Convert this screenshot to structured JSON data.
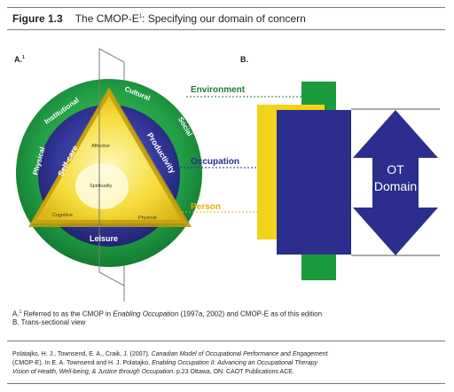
{
  "header": {
    "figure_number": "Figure 1.3",
    "title_prefix": "The CMOP-E",
    "title_sup": "1",
    "title_suffix": ": Specifying our domain of concern"
  },
  "panels": {
    "a_label": "A.",
    "a_sup": "1",
    "b_label": "B."
  },
  "diagram_a": {
    "environment_labels": {
      "physical": "Physical",
      "institutional": "Institutional",
      "cultural": "Cultural",
      "social": "Social"
    },
    "occupation_labels": {
      "self_care": "Self-care",
      "productivity": "Productivity",
      "leisure": "Leisure"
    },
    "person_labels": {
      "affective": "Affective",
      "spirituality": "Spirituality",
      "cognitive": "Cognitive",
      "physical": "Physical"
    }
  },
  "callouts": {
    "environment": "Environment",
    "occupation": "Occupation",
    "person": "Person"
  },
  "diagram_b": {
    "ot_line1": "OT",
    "ot_line2": "Domain"
  },
  "notes": {
    "a_prefix": "A.",
    "a_sup": "1",
    "a_text_1": " Referred to as the CMOP in ",
    "a_italic": "Enabling Occupation",
    "a_text_2": " (1997a, 2002) and CMOP-E as of this edition",
    "b_text": "B. Trans-sectional view"
  },
  "citation": {
    "line1_a": "Polatajko, H. J., Townsend, E. A., Craik, J. (2007). ",
    "line1_italic": "Canadian Model of Occupational Performance and Engagement",
    "line2_a": "(CMOP-E). In E. A. Townsend and H. J. Polatajko, ",
    "line2_italic": "Enabling Occupation II: Advancing an Occupational Therapy",
    "line3_italic": "Vision of Health, Well-being, & Justice through Occupation",
    "line3_b": ". p.23 Ottawa, ON: CAOT Publications ACE."
  },
  "colors": {
    "environment_green": "#1a9b3c",
    "occupation_blue": "#2b2e8c",
    "person_yellow": "#f3d31a",
    "callout_environment": "#1f7a35",
    "callout_occupation": "#2b2e8c",
    "callout_person": "#e0b400"
  }
}
